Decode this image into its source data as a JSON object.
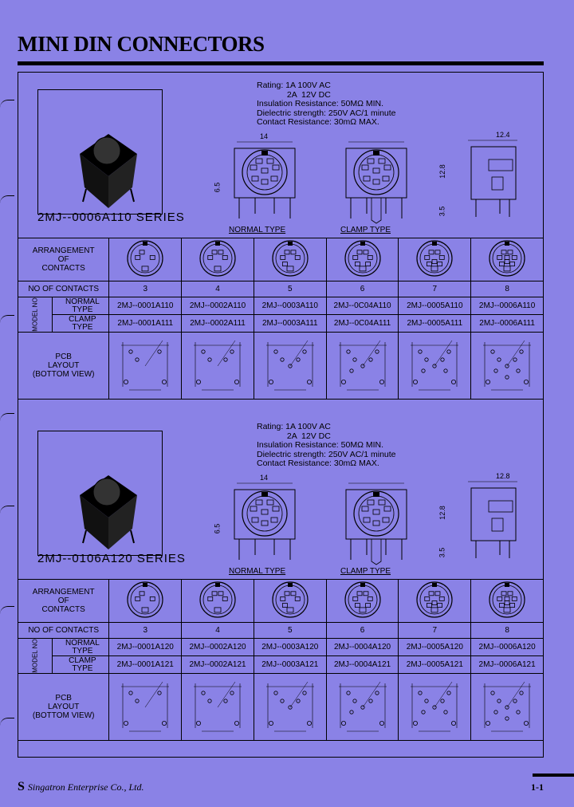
{
  "title": "MINI DIN CONNECTORS",
  "sections": [
    {
      "series": "2MJ--0006A110  SERIES",
      "specs": "Rating: 1A 100V AC\n             2A  12V DC\nInsulation Resistance: 50MΩ MIN.\nDielectric strength: 250V AC/1 minute\nContact Resistance: 30mΩ MAX.",
      "normal_label": "NORMAL TYPE",
      "clamp_label": "CLAMP TYPE",
      "dims": {
        "w": "14",
        "w2": "12.4",
        "h1": "6.5",
        "h2": "12.8",
        "h3": "3.5"
      },
      "arrangement_label": "ARRANGEMENT\nOF\nCONTACTS",
      "contacts_label": "NO OF CONTACTS",
      "contacts": [
        "3",
        "4",
        "5",
        "6",
        "7",
        "8"
      ],
      "model_label": "MODEL NO",
      "normal_type": "NORMAL\nTYPE",
      "clamp_type": "CLAMP\nTYPE",
      "normal_parts": [
        "2MJ--0001A110",
        "2MJ--0002A110",
        "2MJ--0003A110",
        "2MJ--0C04A110",
        "2MJ--0005A110",
        "2MJ--0006A110"
      ],
      "clamp_parts": [
        "2MJ--0001A111",
        "2MJ--0002A111",
        "2MJ--0003A111",
        "2MJ--0C04A111",
        "2MJ--0005A111",
        "2MJ--0006A111"
      ],
      "pcb_label": "PCB\nLAYOUT\n(BOTTOM VIEW)"
    },
    {
      "series": "2MJ--0106A120  SERIES",
      "specs": "Rating: 1A 100V AC\n             2A  12V DC\nInsulation Resistance: 50MΩ MIN.\nDielectric strength: 250V AC/1 minute\nContact Resistance: 30mΩ MAX.",
      "normal_label": "NORMAL TYPE",
      "clamp_label": "CLAMP TYPE",
      "dims": {
        "w": "14",
        "w2": "12.8",
        "h1": "6.5",
        "h2": "12.8",
        "h3": "3.5"
      },
      "arrangement_label": "ARRANGEMENT\nOF\nCONTACTS",
      "contacts_label": "NO OF CONTACTS",
      "contacts": [
        "3",
        "4",
        "5",
        "6",
        "7",
        "8"
      ],
      "model_label": "MODEL NO",
      "normal_type": "NORMAL\nTYPE",
      "clamp_type": "CLAMP\nTYPE",
      "normal_parts": [
        "2MJ--0001A120",
        "2MJ--0002A120",
        "2MJ--0003A120",
        "2MJ--0004A120",
        "2MJ--0005A120",
        "2MJ--0006A120"
      ],
      "clamp_parts": [
        "2MJ--0001A121",
        "2MJ--0002A121",
        "2MJ--0003A121",
        "2MJ--0004A121",
        "2MJ--0005A121",
        "2MJ--0006A121"
      ],
      "pcb_label": "PCB\nLAYOUT\n(BOTTOM VIEW)"
    }
  ],
  "footer": {
    "company": "Singatron Enterprise Co., Ltd.",
    "page": "1-1",
    "logo": "S"
  }
}
